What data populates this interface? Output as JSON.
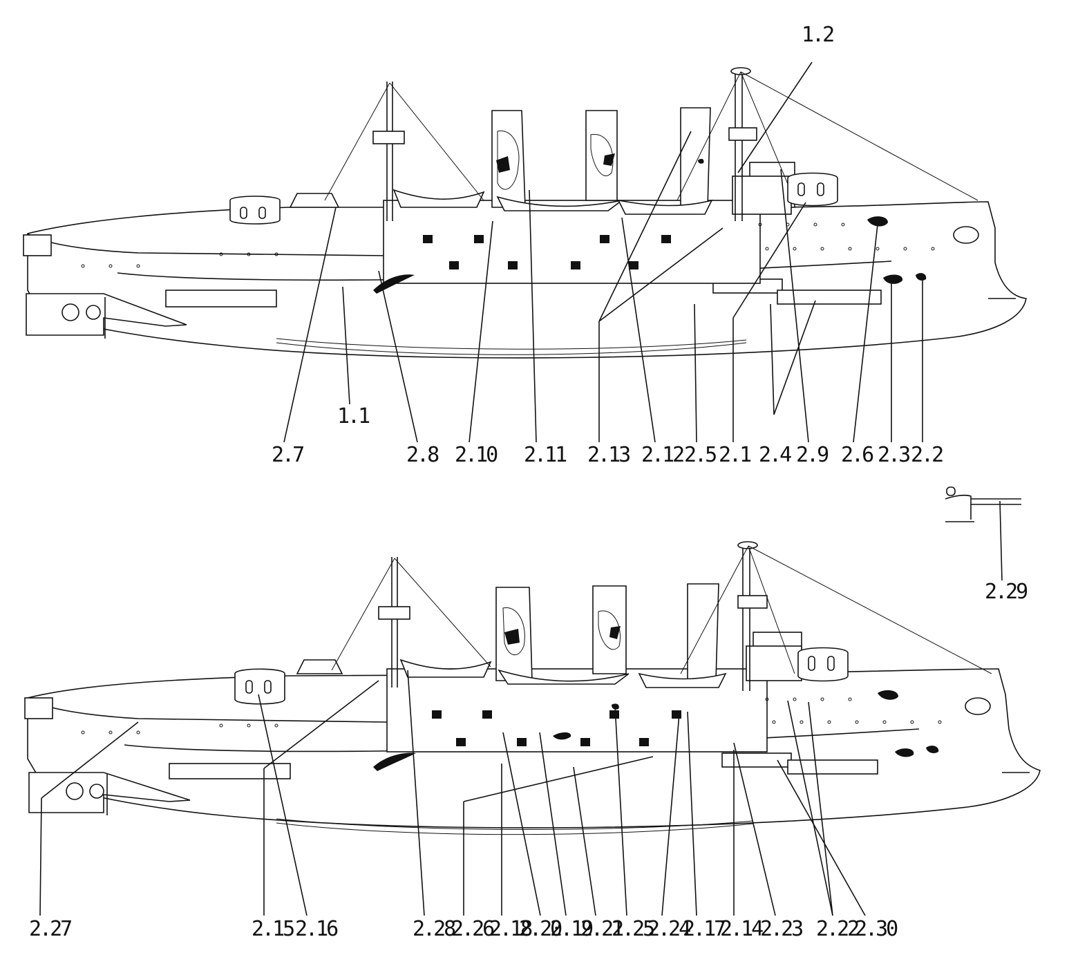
{
  "figure": {
    "top_view": {
      "labels": [
        "1.2",
        "1.1",
        "2.7",
        "2.8",
        "2.10",
        "2.11",
        "2.13",
        "2.12",
        "2.5",
        "2.1",
        "2.4",
        "2.9",
        "2.6",
        "2.3",
        "2.2"
      ]
    },
    "bottom_view": {
      "labels": [
        "2.29",
        "2.27",
        "2.15",
        "2.16",
        "2.28",
        "2.26",
        "2.18",
        "2.20",
        "2.19",
        "2.21",
        "2.25",
        "2.24",
        "2.17",
        "2.14",
        "2.23",
        "2.22",
        "2.30"
      ]
    }
  },
  "colors": {
    "ink": "#111111",
    "paper": "#ffffff"
  }
}
